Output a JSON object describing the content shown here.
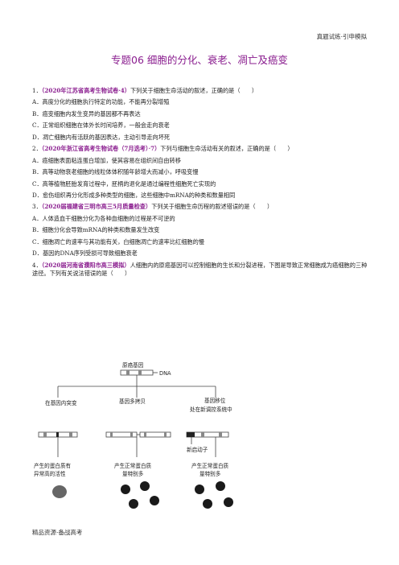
{
  "header": {
    "right_text": "真题试练·引申模拟"
  },
  "title": "专题06 细胞的分化、衰老、凋亡及癌变",
  "questions": [
    {
      "num": "1．",
      "source": "（2020年江苏省高考生物试卷·4）",
      "stem": "下列关于细胞生命活动的叙述，正确的是（　　）",
      "options": [
        "A．高度分化的细胞执行特定的功能，不能再分裂增殖",
        "B．癌变细胞内发生变异的基因都不再表达",
        "C．正常组织细胞在体外长时间培养，一般会走向衰老",
        "D．凋亡细胞内有活跃的基因表达，主动引导走向坏死"
      ]
    },
    {
      "num": "2．",
      "source": "（2020年浙江省高考生物试卷（7月选考）·7）",
      "stem": "下列与细胞生命活动有关的叙述，正确的是（　　）",
      "options": [
        "A．癌细胞表面粘连蛋白增加，使其容易在组织间自由转移",
        "B．高等动物衰老细胞的线粒体体积随年龄增大而减小，呼吸变慢",
        "C．高等植物胚胎发育过程中，胚柄的退化是通过编程性细胞死亡实现的",
        "D．愈伤组织再分化形成多种类型的细胞，这些细胞中mRNA的种类和数量相同"
      ]
    },
    {
      "num": "3．",
      "source": "（2020届福建省三明市高三5月质量检查）",
      "stem": "下列关于细胞生命历程的叙述错误的是（　　）",
      "options": [
        "A．人体造血干细胞分化为各种血细胞的过程是不可逆的",
        "B．细胞分化会导致mRNA的种类和数量发生改变",
        "C．细胞凋亡的速率与其功能有关，白细胞凋亡的速率比红细胞的慢",
        "D．基因的DNA序列受损可导致细胞衰老"
      ]
    },
    {
      "num": "4．",
      "source": "（2020届河南省濮阳市高三模拟）",
      "stem": "人细胞内的原癌基因可以控制细胞的生长和分裂进程，下图是导致正常细胞成为癌细胞的三种途径。下列有关说法错误的是（　　）",
      "options": []
    }
  ],
  "diagram": {
    "top_label": "原癌基因",
    "dna_label": "DNA",
    "branch1": "在基因内突变",
    "branch2": "基因多拷贝",
    "branch3_line1": "基因移位",
    "branch3_line2": "处在新调控系统中",
    "promoter": "新启动子",
    "result1_line1": "产生的蛋白质有",
    "result1_line2": "异常高的活性",
    "result2_line1": "产生正常蛋白质",
    "result2_line2": "量特别多",
    "result3_line1": "产生正常蛋白质",
    "result3_line2": "量特别多"
  },
  "footer": {
    "left_text": "精品资源·备战高考"
  }
}
